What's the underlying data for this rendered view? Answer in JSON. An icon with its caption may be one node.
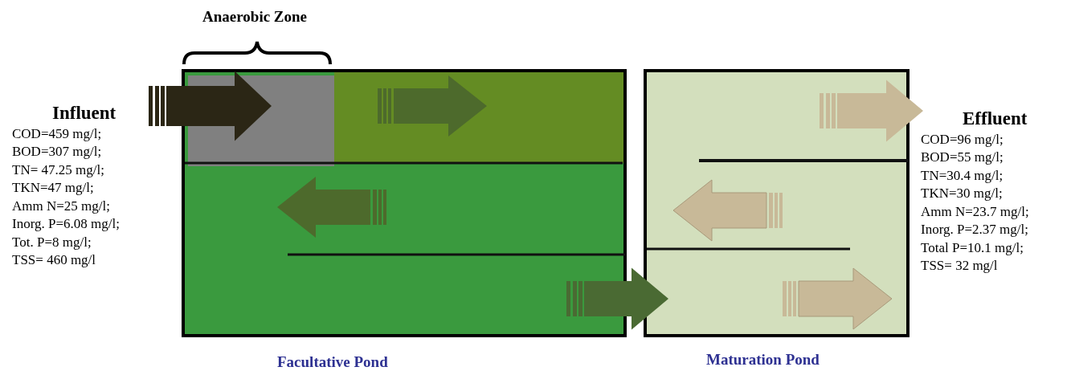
{
  "diagram": {
    "nodes": [
      {
        "text": [
          "Influent",
          "COD=459 mg/l;",
          "BOD=307 mg/l;",
          "TN= 47.25 mg/l;",
          "TKN=47 mg/l;",
          "Amm N=25 mg/l;",
          "Inorg. P=6.08 mg/l;",
          "Tot. P=8 mg/l;",
          "TSS= 460 mg/l"
        ]
      },
      {
        "text": [
          "Facultative Pond"
        ]
      },
      {
        "text": [
          "Anaerobic Zone"
        ],
        "in": 1
      },
      {
        "text": [
          "Maturation Pond"
        ]
      },
      {
        "text": [
          "Effluent",
          "COD=96 mg/l;",
          "BOD=55 mg/l;",
          "TN=30.4 mg/l;",
          "TKN=30 mg/l;",
          "Amm N=23.7 mg/l;",
          "Inorg. P=2.37 mg/l;",
          "Total P=10.1 mg/l;",
          "TSS= 32 mg/l"
        ]
      }
    ],
    "edges": [
      {
        "from": 0,
        "to": 2,
        "arrow": "to",
        "color": "#2b2615"
      },
      {
        "from": 1,
        "to": 3,
        "arrow": "to",
        "color": "#4a6a33"
      },
      {
        "from": 3,
        "to": 4,
        "arrow": "to",
        "color": "#c8b998"
      }
    ]
  }
}
